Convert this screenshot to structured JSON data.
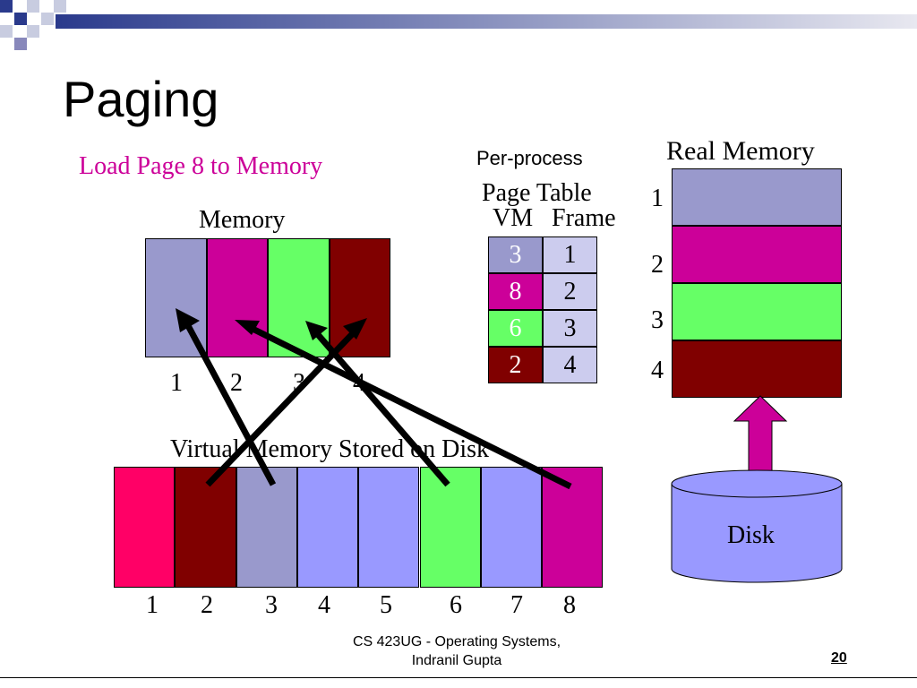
{
  "slide": {
    "title": "Paging",
    "subtitle": "Load Page 8 to Memory",
    "footer_line1": "CS 423UG - Operating Systems,",
    "footer_line2": "Indranil Gupta",
    "page_number": "20"
  },
  "memory": {
    "label": "Memory",
    "slot_labels": [
      "1",
      "2",
      "3",
      "4"
    ],
    "colors": [
      "#9999cc",
      "#cc0099",
      "#66ff66",
      "#800000"
    ]
  },
  "virtual_memory": {
    "label": "Virtual Memory Stored on Disk",
    "page_labels": [
      "1",
      "2",
      "3",
      "4",
      "5",
      "6",
      "7",
      "8"
    ],
    "colors": [
      "#ff0066",
      "#800000",
      "#9999cc",
      "#9999ff",
      "#9999ff",
      "#66ff66",
      "#9999ff",
      "#cc0099"
    ]
  },
  "page_table": {
    "caption_small": "Per-process",
    "caption": "Page Table",
    "header_vm": "VM",
    "header_frame": "Frame",
    "rows": [
      {
        "vm": "3",
        "frame": "1",
        "vm_color": "#9999cc"
      },
      {
        "vm": "8",
        "frame": "2",
        "vm_color": "#cc0099"
      },
      {
        "vm": "6",
        "frame": "3",
        "vm_color": "#66ff66"
      },
      {
        "vm": "2",
        "frame": "4",
        "vm_color": "#800000"
      }
    ]
  },
  "real_memory": {
    "label": "Real Memory",
    "frame_labels": [
      "1",
      "2",
      "3",
      "4"
    ],
    "colors": [
      "#9999cc",
      "#cc0099",
      "#66ff66",
      "#800000"
    ]
  },
  "disk": {
    "label": "Disk",
    "color": "#9999ff",
    "arrow_color": "#cc0099"
  }
}
